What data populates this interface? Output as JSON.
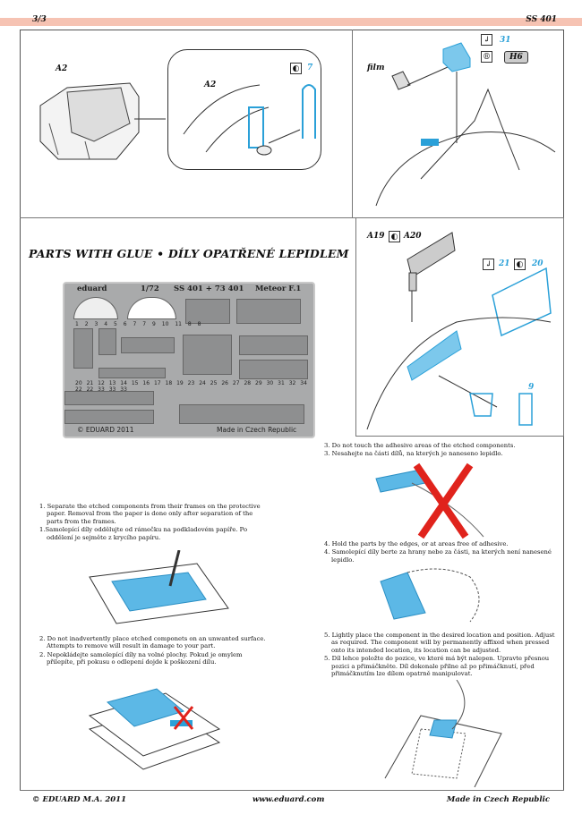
{
  "header": {
    "page": "3/3",
    "code": "SS 401"
  },
  "step_top_left": {
    "label_a2_left": "A2",
    "label_a2_detail": "A2",
    "part_number": "7",
    "icon": "bend-both-sides-icon"
  },
  "step_top_right": {
    "film_label": "film",
    "part_fold": "31",
    "paint_code": "H6",
    "icons": [
      "fold-icon",
      "paint-icon"
    ]
  },
  "glue_section": {
    "title": "PARTS WITH GLUE  •  DÍLY OPATŘENÉ LEPIDLEM"
  },
  "fret": {
    "brand": "eduard",
    "scale": "1/72",
    "code": "SS 401 + 73 401",
    "model": "Meteor F.1",
    "copyright": "© EDUARD 2011",
    "made_in": "Made in Czech Republic",
    "part_numbers": [
      "1",
      "2",
      "3",
      "4",
      "5",
      "6",
      "7",
      "7",
      "9",
      "10",
      "11",
      "8",
      "8",
      "20",
      "21",
      "12",
      "13",
      "14",
      "15",
      "16",
      "17",
      "18",
      "19",
      "23",
      "24",
      "25",
      "26",
      "27",
      "28",
      "29",
      "30",
      "31",
      "32",
      "34",
      "22",
      "22",
      "33",
      "33",
      "33"
    ]
  },
  "step_right_mid": {
    "label_a19": "A19",
    "label_a20": "A20",
    "part_fold": "21",
    "part_bend": "20",
    "part_detail": "9"
  },
  "instructions": {
    "i1_en": "1. Separate the etched components from their frames on the protective paper. Removal from the paper is done only after separation of the parts from the frames.",
    "i1_cz": "1.Samolepící díly oddělujte od rámečku na podkladovém papíře. Po oddělení je sejměte z krycího papíru.",
    "i2_en": "2. Do not inadvertently place etched componets on an unwanted surface. Attempts  to remove will result in damage to your part.",
    "i2_cz": "2. Nepokládejte samolepící díly na volné plochy. Pokud je omylem přilepíte, při pokusu o odlepení dojde k poškození dílu.",
    "i3_en": "3. Do not touch the adhesive areas of the etched components.",
    "i3_cz": "3. Nesahejte na části dílů, na kterých je naneseno lepidlo.",
    "i4_en": "4. Hold the parts by the edges, or at areas free of adhesive.",
    "i4_cz": "4. Samolepící díly berte za hrany nebo za části, na kterých není nanesené lepidlo.",
    "i5_en": "5. Lightly place the component in the desired location and position. Adjust as required. The component will by permanently affixed when pressed onto its intended location, its location can be adjusted.",
    "i5_cz": "5. Díl lehce položte do pozice, ve které má být nalepen. Upravte přesnou pozici a přimáčkněte. Díl dokonale přilne až po přimáčknutí, před přimáčknutím lze dílem opatrně manipulovat."
  },
  "footer": {
    "copyright": "© EDUARD  M.A. 2011",
    "url": "www.eduard.com",
    "made_in": "Made in Czech Republic"
  },
  "colors": {
    "accent_band": "#f6c3b3",
    "part_blue": "#2aa0d8",
    "warning_red": "#e0231c"
  }
}
